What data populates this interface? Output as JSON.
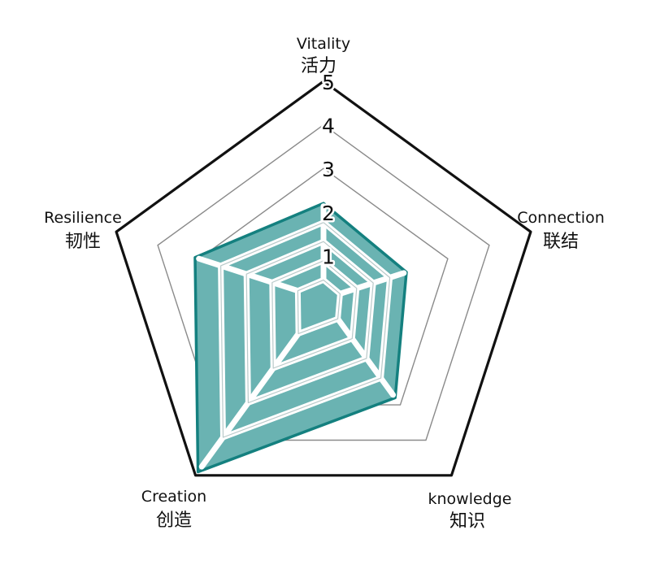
{
  "chart_data": {
    "type": "radar",
    "axes": [
      {
        "label": "Vitality",
        "label_cn": "活力",
        "value": 2.2
      },
      {
        "label": "Connection",
        "label_cn": "联结",
        "value": 2.0
      },
      {
        "label": "knowledge",
        "label_cn": "知识",
        "value": 2.8
      },
      {
        "label": "Creation",
        "label_cn": "创造",
        "value": 4.9
      },
      {
        "label": "Resilience",
        "label_cn": "韧性",
        "value": 3.1
      }
    ],
    "rlim": [
      0,
      5
    ],
    "ticks": [
      1,
      2,
      3,
      4,
      5
    ],
    "tick_labels": [
      "1",
      "2",
      "3",
      "4",
      "5"
    ],
    "grid": true,
    "style": "hand-drawn",
    "colors": {
      "fill": "#6ab3b2",
      "outline": "#14807f",
      "grid": "#8a8a8a",
      "frame": "#111111",
      "hatch": "#ffffff"
    }
  }
}
